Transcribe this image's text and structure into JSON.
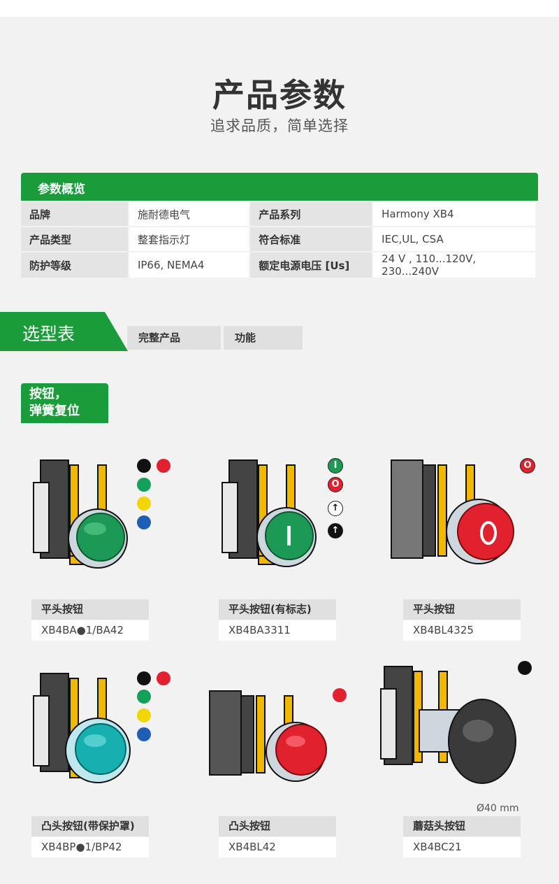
{
  "hero": {
    "title": "产品参数",
    "subtitle": "追求品质，简单选择"
  },
  "spec": {
    "header": "参数概览",
    "rows": [
      [
        "品牌",
        "施耐德电气",
        "产品系列",
        "Harmony XB4"
      ],
      [
        "产品类型",
        "整套指示灯",
        "符合标准",
        "IEC,UL, CSA"
      ],
      [
        "防护等级",
        "IP66, NEMA4",
        "额定电源电压 [Us]",
        "24 V , 110...120V, 230...240V"
      ]
    ]
  },
  "selector": {
    "title": "选型表",
    "tabs": [
      "完整产品",
      "功能"
    ]
  },
  "category": {
    "line1": "按钮，",
    "line2": "弹簧复位"
  },
  "products": [
    {
      "name": "平头按钮",
      "code": "XB4BA●1/BA42"
    },
    {
      "name": "平头按钮(有标志)",
      "code": "XB4BA3311"
    },
    {
      "name": "平头按钮",
      "code": "XB4BL4325"
    },
    {
      "name": "凸头按钮(带保护罩)",
      "code": "XB4BP●1/BP42"
    },
    {
      "name": "凸头按钮",
      "code": "XB4BL42"
    },
    {
      "name": "蘑菇头按钮",
      "code": "XB4BC21"
    }
  ],
  "symbols": {
    "on": "I",
    "off": "O",
    "up": "↑"
  },
  "dimension": "Ø40 mm",
  "colors": {
    "green": "#1b9c3a",
    "black": "#111111",
    "red": "#e1222e",
    "dot_green": "#13a05a",
    "yellow": "#f2d600",
    "blue": "#1c5fb5"
  }
}
